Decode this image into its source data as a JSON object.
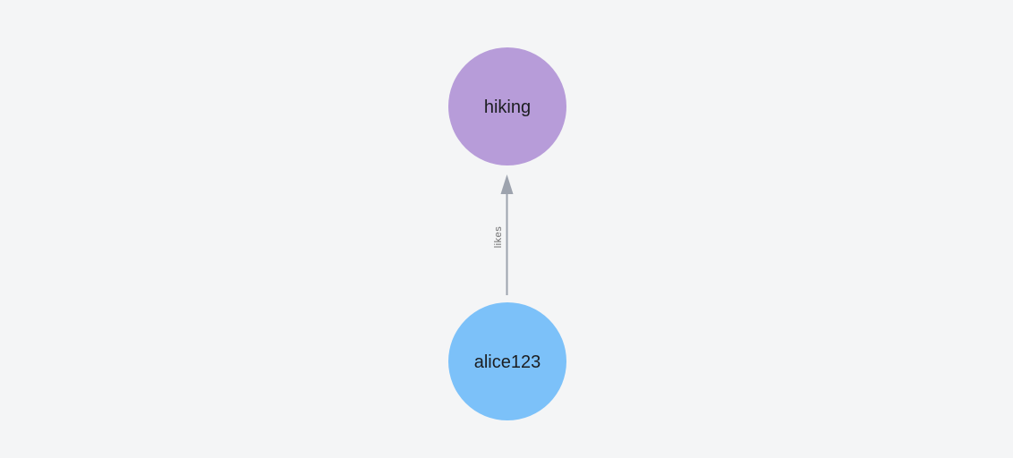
{
  "canvas": {
    "background": "#F4F5F6"
  },
  "graph": {
    "node_label_color": "#1C1E21",
    "nodes": [
      {
        "id": "hiking",
        "label": "hiking",
        "color": "#B79CD9"
      },
      {
        "id": "alice123",
        "label": "alice123",
        "color": "#7CC1F9"
      }
    ],
    "edge": {
      "label": "likes",
      "from": "alice123",
      "to": "hiking",
      "color": "#9DA3AE",
      "label_color": "#6F6F70"
    }
  }
}
